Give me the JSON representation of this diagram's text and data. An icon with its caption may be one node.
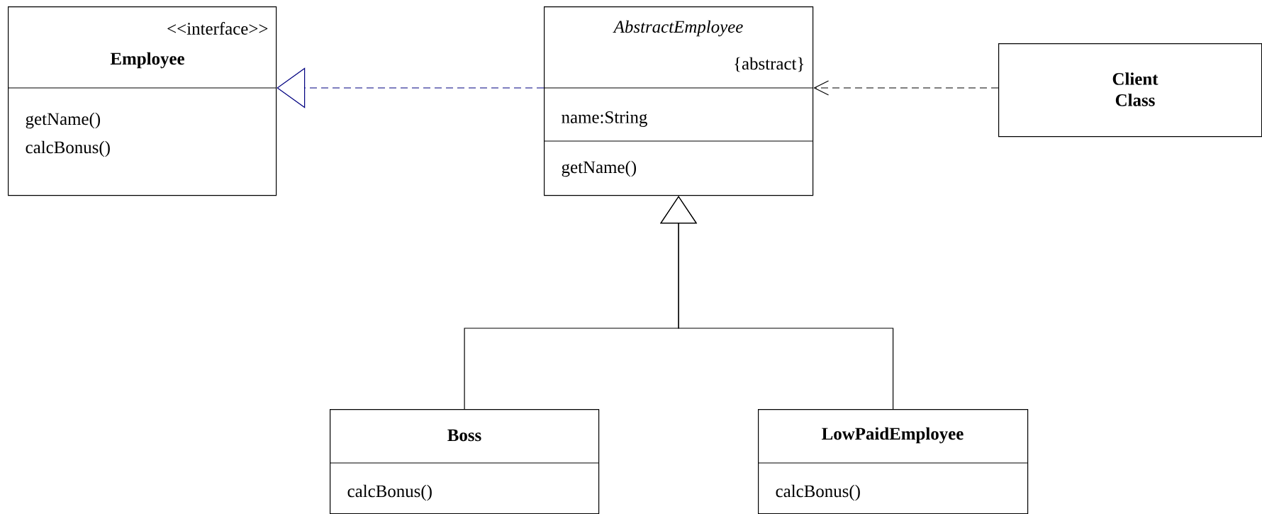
{
  "diagram": {
    "nodes": [
      {
        "text": [
          "<<interface>>",
          "Employee",
          "getName()",
          "calcBonus()"
        ]
      },
      {
        "text": [
          "AbstractEmployee",
          "{abstract}",
          "name:String",
          "getName()"
        ]
      },
      {
        "text": [
          "Client Class"
        ]
      },
      {
        "text": [
          "Boss",
          "calcBonus()"
        ]
      },
      {
        "text": [
          "LowPaidEmployee",
          "calcBonus()"
        ]
      }
    ],
    "edges": [
      {
        "from": 1,
        "to": 0,
        "arrow": "to",
        "style": "dashed",
        "color": "#000080"
      },
      {
        "from": 2,
        "to": 1,
        "arrow": "to",
        "style": "dashed"
      },
      {
        "from": 3,
        "to": 1,
        "arrow": "to"
      },
      {
        "from": 4,
        "to": 1,
        "arrow": "to"
      }
    ]
  }
}
